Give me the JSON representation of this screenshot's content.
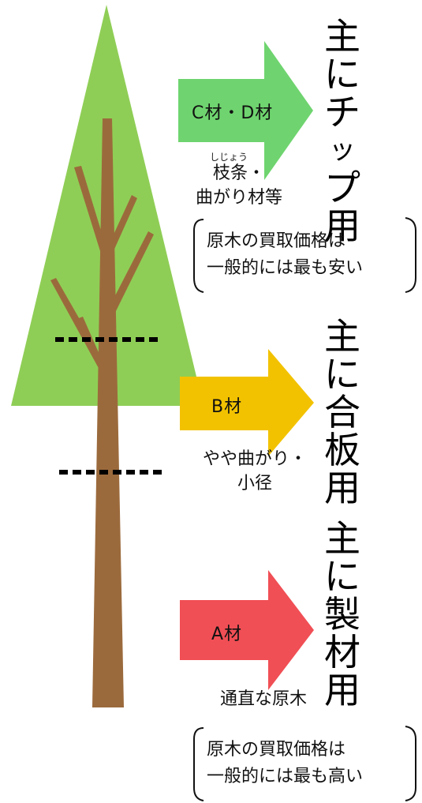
{
  "arrows": [
    {
      "label": "C材・D材",
      "color": "#6fd46f"
    },
    {
      "label": "B材",
      "color": "#f2c200"
    },
    {
      "label": "A材",
      "color": "#f04f55"
    }
  ],
  "tree": {
    "foliage_color": "#8fce56",
    "trunk_color": "#9b6a3c"
  },
  "sections": [
    {
      "ruby": "しじょう",
      "lines": [
        "枝条・",
        "曲がり材等"
      ],
      "usage": [
        "主",
        "に",
        "チ",
        "ッ",
        "プ",
        "用"
      ]
    },
    {
      "lines": [
        "やや曲がり・",
        "小径"
      ],
      "usage": [
        "主",
        "に",
        "合",
        "板",
        "用"
      ]
    },
    {
      "lines": [
        "通直な原木"
      ],
      "usage": [
        "主",
        "に",
        "製",
        "材",
        "用"
      ]
    }
  ],
  "price_notes": [
    [
      "原木の買取価格は",
      "一般的には最も安い"
    ],
    [
      "原木の買取価格は",
      "一般的には最も高い"
    ]
  ]
}
